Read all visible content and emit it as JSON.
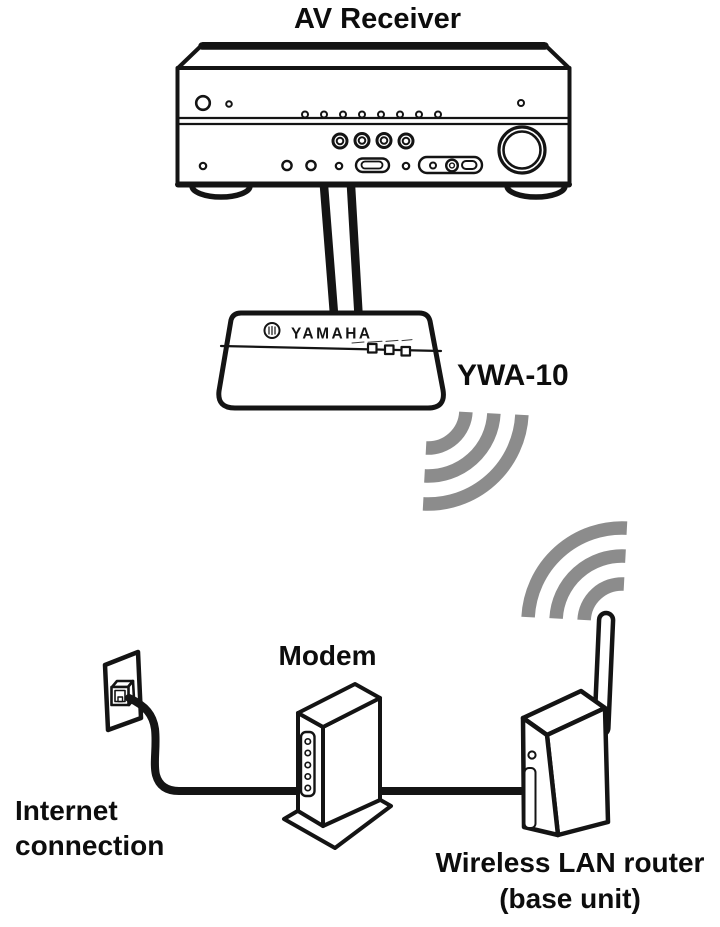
{
  "labels": {
    "av_receiver": "AV Receiver",
    "ywa10": "YWA-10",
    "modem": "Modem",
    "internet_line1": "Internet",
    "internet_line2": "connection",
    "router_line1": "Wireless LAN router",
    "router_line2": "(base unit)"
  },
  "ywa10": {
    "logo_text": "YAMAHA",
    "led_count": 3
  },
  "modem": {
    "led_count": 5
  },
  "icons": {
    "wave_near_ywa10": "wifi-wave-icon",
    "wave_near_router": "wifi-wave-icon"
  },
  "colors": {
    "line": "#141414",
    "wave_gray": "#8c8c8c",
    "text": "#0d0d0d",
    "background": "#ffffff"
  }
}
